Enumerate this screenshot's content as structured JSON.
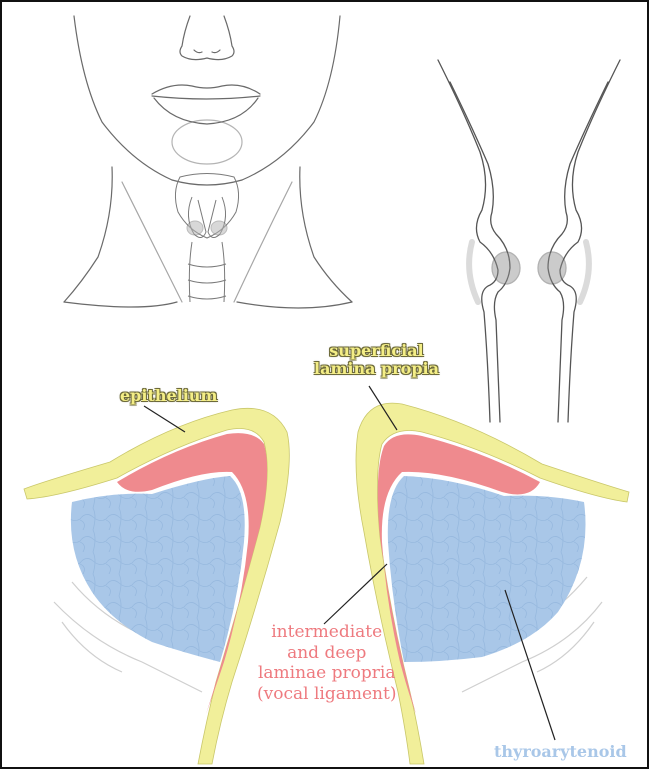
{
  "labels": {
    "epithelium": "epithelium",
    "superficial_line1": "superficial",
    "superficial_line2": "lamina propia",
    "intermediate_line1": "intermediate",
    "intermediate_line2": "and deep",
    "intermediate_line3": "laminae propria",
    "intermediate_line4": "(vocal ligament)",
    "thyroarytenoid": "thyroarytenoid"
  },
  "colors": {
    "epithelium": "#f1ef9a",
    "lamina_propria": "#ef8a8e",
    "thyroarytenoid": "#a9c7e8",
    "sketch": "#6a6a6a"
  }
}
